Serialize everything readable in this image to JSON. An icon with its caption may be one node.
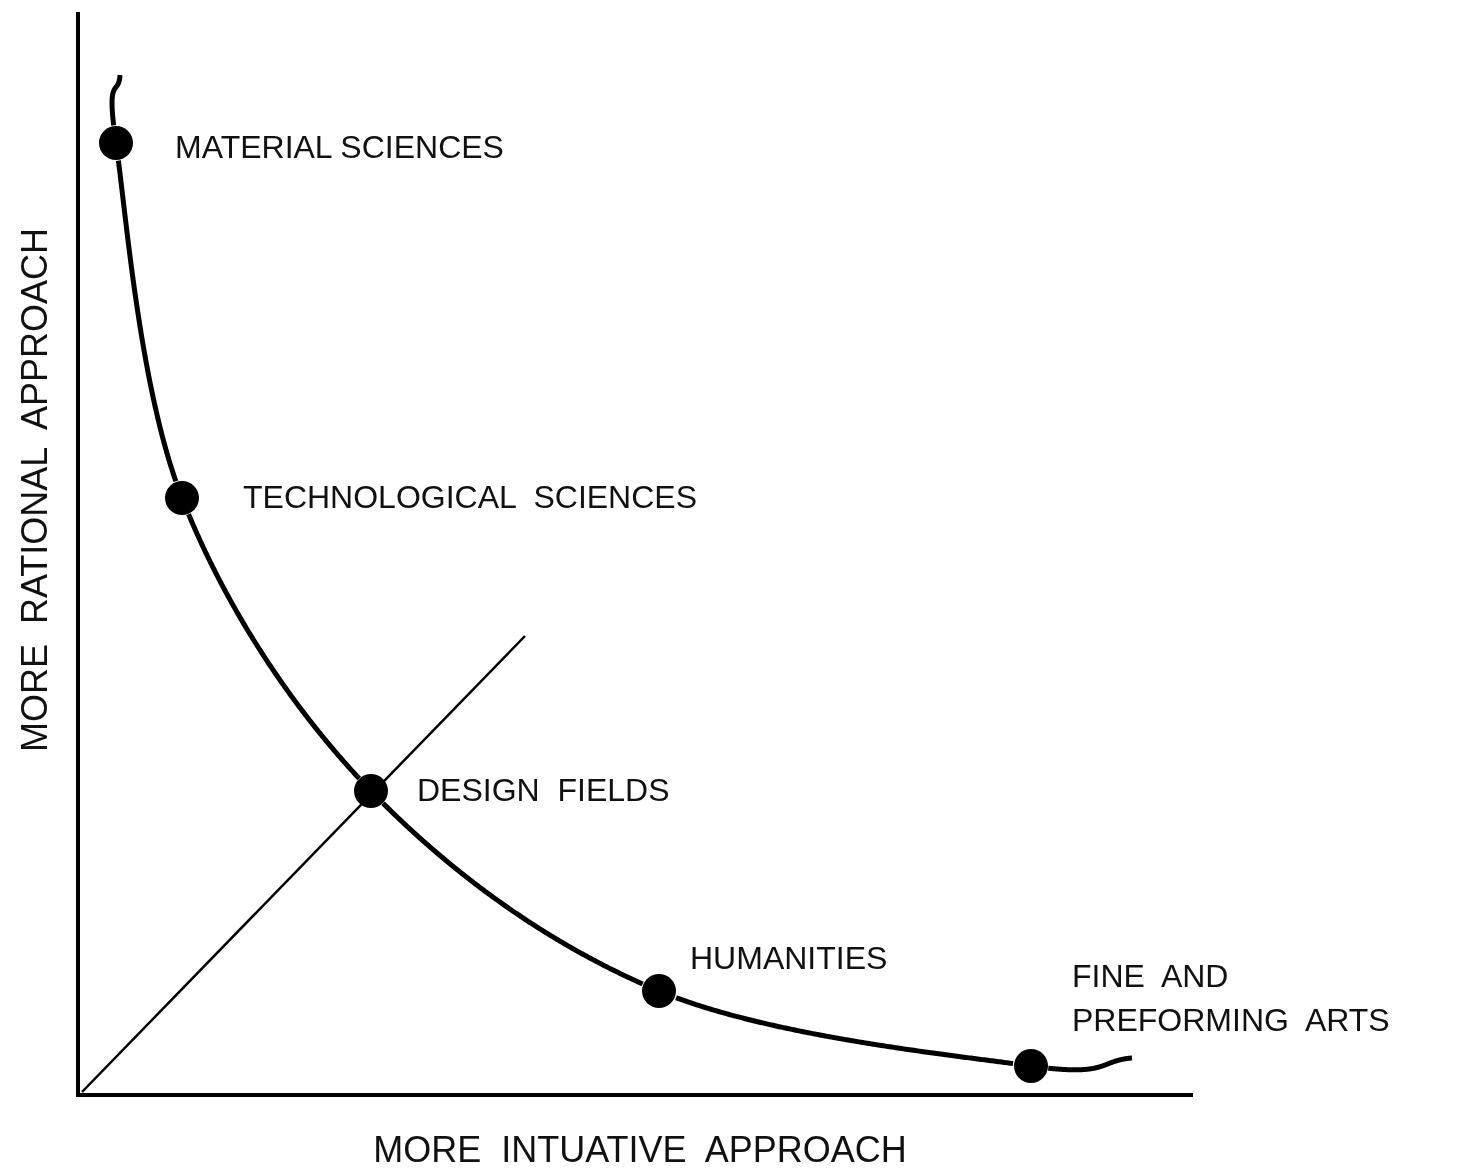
{
  "diagram": {
    "nodes": [
      {
        "text": [],
        "shape": "circle",
        "beside": [
          "MATERIAL SCIENCES"
        ]
      },
      {
        "text": [],
        "shape": "circle",
        "beside": [
          "TECHNOLOGICAL  SCIENCES"
        ]
      },
      {
        "text": [],
        "shape": "circle",
        "beside": [
          "DESIGN  FIELDS"
        ]
      },
      {
        "text": [],
        "shape": "circle",
        "beside": [
          "HUMANITIES"
        ]
      },
      {
        "text": [],
        "shape": "circle",
        "beside": [
          "FINE  AND PREFORMING  ARTS"
        ]
      }
    ],
    "edges": [
      {
        "from": 0,
        "to": 1,
        "arrow": "none"
      },
      {
        "from": 1,
        "to": 2,
        "arrow": "none"
      },
      {
        "from": 2,
        "to": 3,
        "arrow": "none"
      },
      {
        "from": 3,
        "to": 4,
        "arrow": "none"
      }
    ],
    "labels": [
      "MORE  RATIONAL  APPROACH",
      "MORE  INTUATIVE  APPROACH"
    ]
  }
}
